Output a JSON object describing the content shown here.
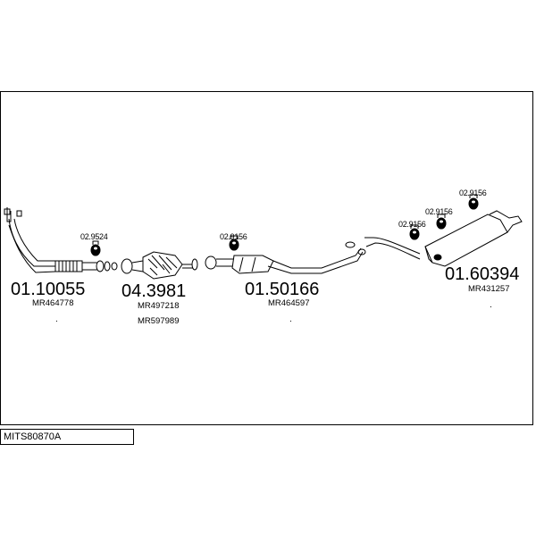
{
  "diagram": {
    "title": "MITS80870A",
    "parts": [
      {
        "number": "01.10055",
        "refs": [
          "MR464778"
        ]
      },
      {
        "number": "04.3981",
        "refs": [
          "MR497218",
          "MR597989"
        ]
      },
      {
        "number": "01.50166",
        "refs": [
          "MR464597"
        ]
      },
      {
        "number": "01.60394",
        "refs": [
          "MR431257"
        ]
      }
    ],
    "hangers": [
      "02.9524",
      "02.9156",
      "02.9156",
      "02.9156",
      "02.9156"
    ],
    "dots": [
      ".",
      ".",
      "."
    ]
  }
}
